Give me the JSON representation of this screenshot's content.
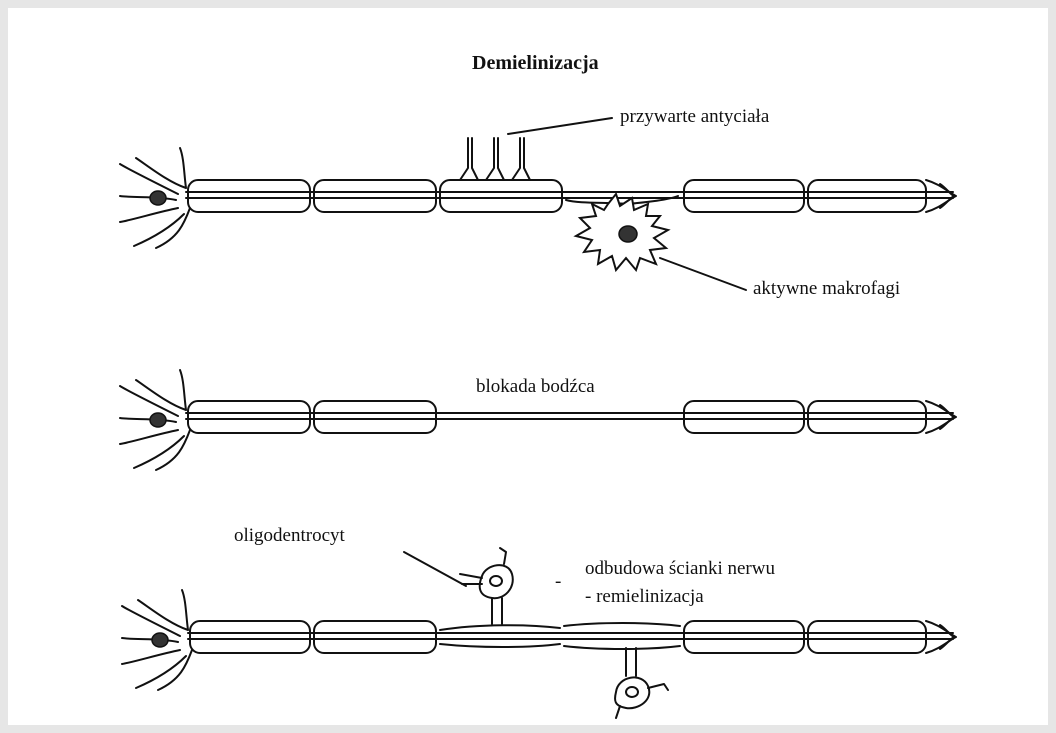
{
  "title": "Demielinizacja",
  "labels": {
    "antibodies": "przywarte antyciała",
    "macrophages": "aktywne makrofagi",
    "block": "blokada bodźca",
    "oligodendrocyte": "oligodentrocyt",
    "repair_line1": "odbudowa ścianki nerwu",
    "repair_line2": "- remielinizacja",
    "dash": "-"
  },
  "colors": {
    "line": "#111111",
    "background": "#ffffff",
    "border": "#e6e6e6"
  }
}
